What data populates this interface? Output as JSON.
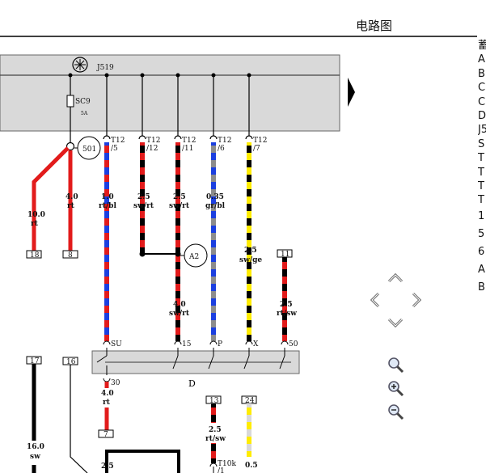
{
  "header": {
    "title": "电路图"
  },
  "module": {
    "name": "J519"
  },
  "fuse": {
    "name": "SC9",
    "rating": "5A"
  },
  "node_501": "501",
  "node_A2": "A2",
  "switch_label": "D",
  "connectors": [
    {
      "id": "T12/5",
      "a": "T12",
      "b": "/5"
    },
    {
      "id": "T12/12",
      "a": "T12",
      "b": "/12"
    },
    {
      "id": "T12/11",
      "a": "T12",
      "b": "/11"
    },
    {
      "id": "T12/6",
      "a": "T12",
      "b": "/6"
    },
    {
      "id": "T12/7",
      "a": "T12",
      "b": "/7"
    }
  ],
  "wire_labels": {
    "w1": [
      "10.0",
      "rt"
    ],
    "w2": [
      "4.0",
      "rt"
    ],
    "w3": [
      "1.0",
      "rt/bl"
    ],
    "w4": [
      "2.5",
      "sw/rt"
    ],
    "w5": [
      "2.5",
      "sw/rt"
    ],
    "w6": [
      "0.35",
      "gr/bl"
    ],
    "w7": [
      "2.5",
      "sw/ge"
    ],
    "w8": [
      "4.0",
      "sw/rt"
    ],
    "w9": [
      "2.5",
      "rt/sw"
    ],
    "w10": [
      "4.0",
      "rt"
    ],
    "w11": [
      "2.5",
      "rt/sw"
    ],
    "w12": [
      "16.0",
      "sw"
    ],
    "w13": [
      "2.5",
      ""
    ],
    "w14": [
      "0.5",
      ""
    ]
  },
  "boxes": {
    "b18": "18",
    "b8": "8",
    "b11": "11",
    "b17": "17",
    "b16": "16",
    "b7": "7",
    "b13": "13",
    "b24": "24"
  },
  "terminals": {
    "su": "SU",
    "t15": "15",
    "p": "P",
    "x": "X",
    "t50": "50",
    "t30": "30"
  },
  "t10k": [
    "T10k",
    "/1"
  ],
  "legend_items": [
    "蓄",
    "A",
    "B",
    "C",
    "C",
    "D",
    "J5",
    "S",
    "T",
    "T",
    "T",
    "T"
  ],
  "legend_circles": [
    "1",
    "5",
    "6",
    "A",
    "B"
  ],
  "colors": {
    "red": "#e21b1b",
    "blue": "#1b3fe0",
    "yellow": "#ffec00",
    "gray": "#8c8c8c",
    "black": "#000000",
    "panel": "#d9d9d9"
  }
}
